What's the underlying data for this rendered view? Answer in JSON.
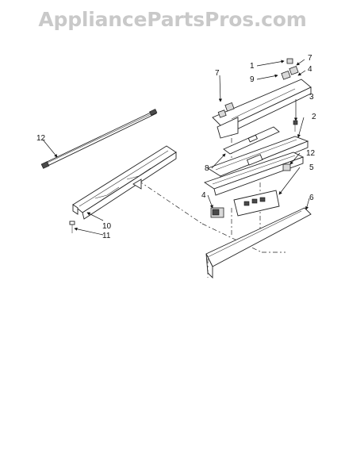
{
  "watermark": "AppliancePartsPros.com",
  "callouts": [
    "1",
    "7",
    "9",
    "4",
    "7",
    "3",
    "2",
    "12",
    "12",
    "8",
    "5",
    "4",
    "6",
    "10",
    "11"
  ]
}
